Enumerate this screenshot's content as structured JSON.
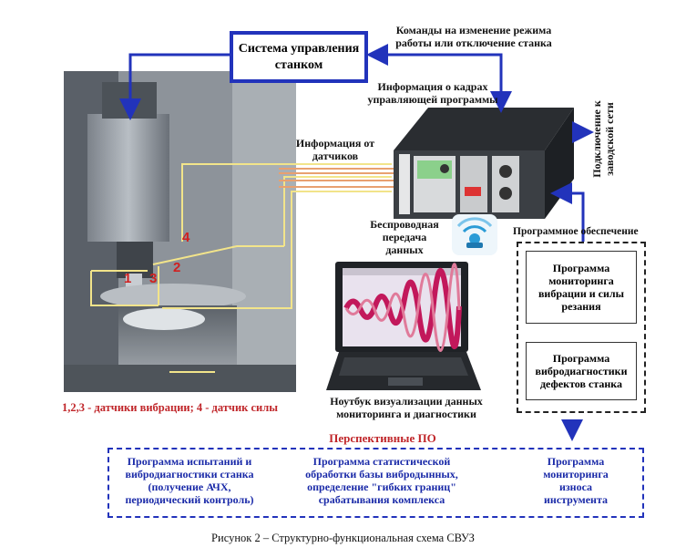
{
  "control_system": {
    "label": "Системa управления станком"
  },
  "commands_label": "Команды на изменение режима работы или отключение станка",
  "program_info_label": "Информация о кадрах управляющей программы",
  "factory_net_label": "Подключение к заводской сети",
  "sensor_info_label": "Информация от датчиков",
  "wireless_label": "Беспроводная передача данных",
  "software_label": "Программное обеспечение",
  "software_programs": [
    "Программа мониторинга вибрации и силы резания",
    "Программа вибродиагностики дефектов станка"
  ],
  "sensor_legend": "1,2,3 - датчики вибрации; 4 - датчик силы",
  "sensor_marks": [
    "1",
    "2",
    "3",
    "4"
  ],
  "laptop_caption": "Ноутбук визуализации данных мониторинга и диагностики",
  "perspective": {
    "title": "Перспективные ПО",
    "items": [
      "Программа испытаний и вибродиагностики станка (получение АЧХ, периодический контроль)",
      "Программа статистической обработки базы вибродынных, определение \"гибких границ\" срабатывания комплекса",
      "Программа мониторинга износа инструмента"
    ]
  },
  "figure_caption": "Рисунок 2 – Структурно-функциональная схема СВУЗ",
  "colors": {
    "blue": "#2233bb",
    "yellow": "#f2e48a",
    "orange": "#e8a070",
    "red": "#d02020",
    "legend_red": "#c0262a"
  }
}
